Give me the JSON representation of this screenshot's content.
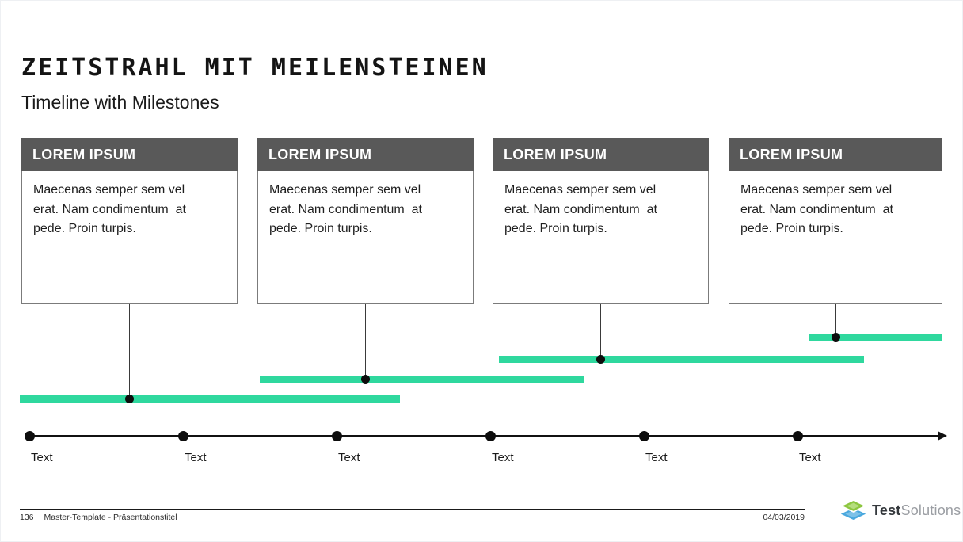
{
  "slide": {
    "title": "ZEITSTRAHL MIT MEILENSTEINEN",
    "subtitle": "Timeline with Milestones"
  },
  "boxes": [
    {
      "header": "LOREM IPSUM",
      "body": "Maecenas semper sem vel\nerat. Nam condimentum  at\npede. Proin turpis."
    },
    {
      "header": "LOREM IPSUM",
      "body": "Maecenas semper sem vel\nerat. Nam condimentum  at\npede. Proin turpis."
    },
    {
      "header": "LOREM IPSUM",
      "body": "Maecenas semper sem vel\nerat. Nam condimentum  at\npede. Proin turpis."
    },
    {
      "header": "LOREM IPSUM",
      "body": "Maecenas semper sem vel\nerat. Nam condimentum  at\npede. Proin turpis."
    }
  ],
  "timeline": {
    "labels": [
      "Text",
      "Text",
      "Text",
      "Text",
      "Text",
      "Text"
    ]
  },
  "footer": {
    "page_number": "136",
    "document_title": "Master-Template - Präsentationstitel",
    "date": "04/03/2019"
  },
  "logo": {
    "brand_bold": "Test",
    "brand_light": "Solutions"
  },
  "colors": {
    "accent_green": "#2fd89e",
    "header_gray": "#595959",
    "logo_green": "#8cc63f",
    "logo_blue": "#4aa8de"
  }
}
